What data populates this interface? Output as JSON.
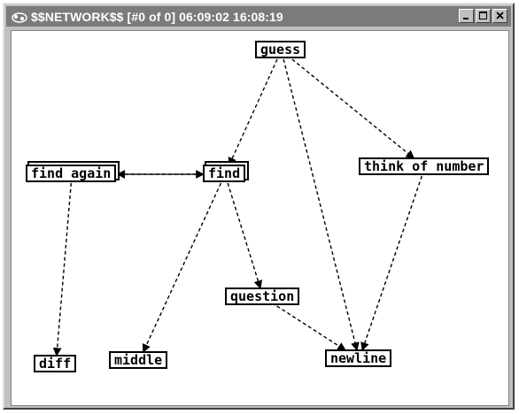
{
  "window": {
    "title": "$$NETWORK$$ [#0 of 0]  06:09:02 16:08:19",
    "controls": [
      "minimize",
      "maximize",
      "close"
    ]
  },
  "graph": {
    "nodes": [
      {
        "id": "guess",
        "label": "guess"
      },
      {
        "id": "find_again",
        "label": "find again"
      },
      {
        "id": "find",
        "label": "find"
      },
      {
        "id": "think_of_number",
        "label": "think of number"
      },
      {
        "id": "question",
        "label": "question"
      },
      {
        "id": "diff",
        "label": "diff"
      },
      {
        "id": "middle",
        "label": "middle"
      },
      {
        "id": "newline",
        "label": "newline"
      }
    ],
    "edges": [
      {
        "from": "guess",
        "to": "find"
      },
      {
        "from": "guess",
        "to": "think_of_number"
      },
      {
        "from": "guess",
        "to": "newline"
      },
      {
        "from": "find_again",
        "to": "find"
      },
      {
        "from": "find",
        "to": "find_again"
      },
      {
        "from": "find_again",
        "to": "diff"
      },
      {
        "from": "find",
        "to": "middle"
      },
      {
        "from": "find",
        "to": "question"
      },
      {
        "from": "question",
        "to": "newline"
      },
      {
        "from": "think_of_number",
        "to": "newline"
      }
    ]
  }
}
